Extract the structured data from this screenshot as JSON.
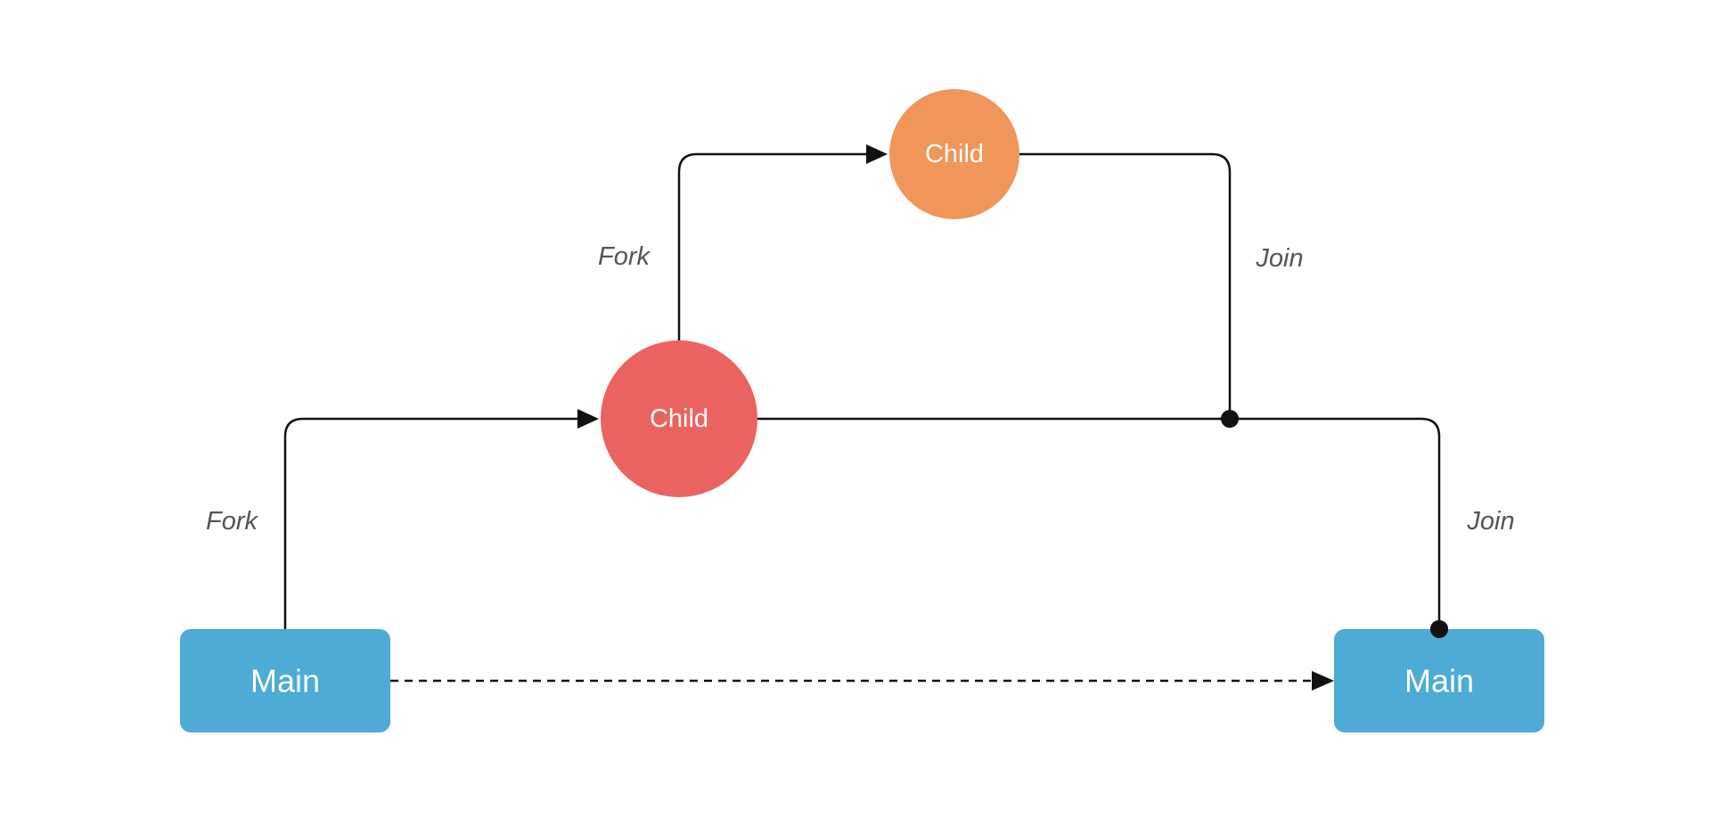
{
  "nodes": {
    "main_start": {
      "label": "Main",
      "color": "#4dabd6"
    },
    "child_a": {
      "label": "Child",
      "color": "#eb6360"
    },
    "child_b": {
      "label": "Child",
      "color": "#f0965a"
    },
    "main_end": {
      "label": "Main",
      "color": "#4dabd6"
    }
  },
  "edges": {
    "fork_main_to_child": {
      "label": "Fork"
    },
    "fork_child_to_child": {
      "label": "Fork"
    },
    "join_child_to_line": {
      "label": "Join"
    },
    "join_line_to_main": {
      "label": "Join"
    },
    "main_continuation": {
      "style": "dashed"
    }
  },
  "colors": {
    "line": "#111111",
    "edge_label": "#555555"
  }
}
